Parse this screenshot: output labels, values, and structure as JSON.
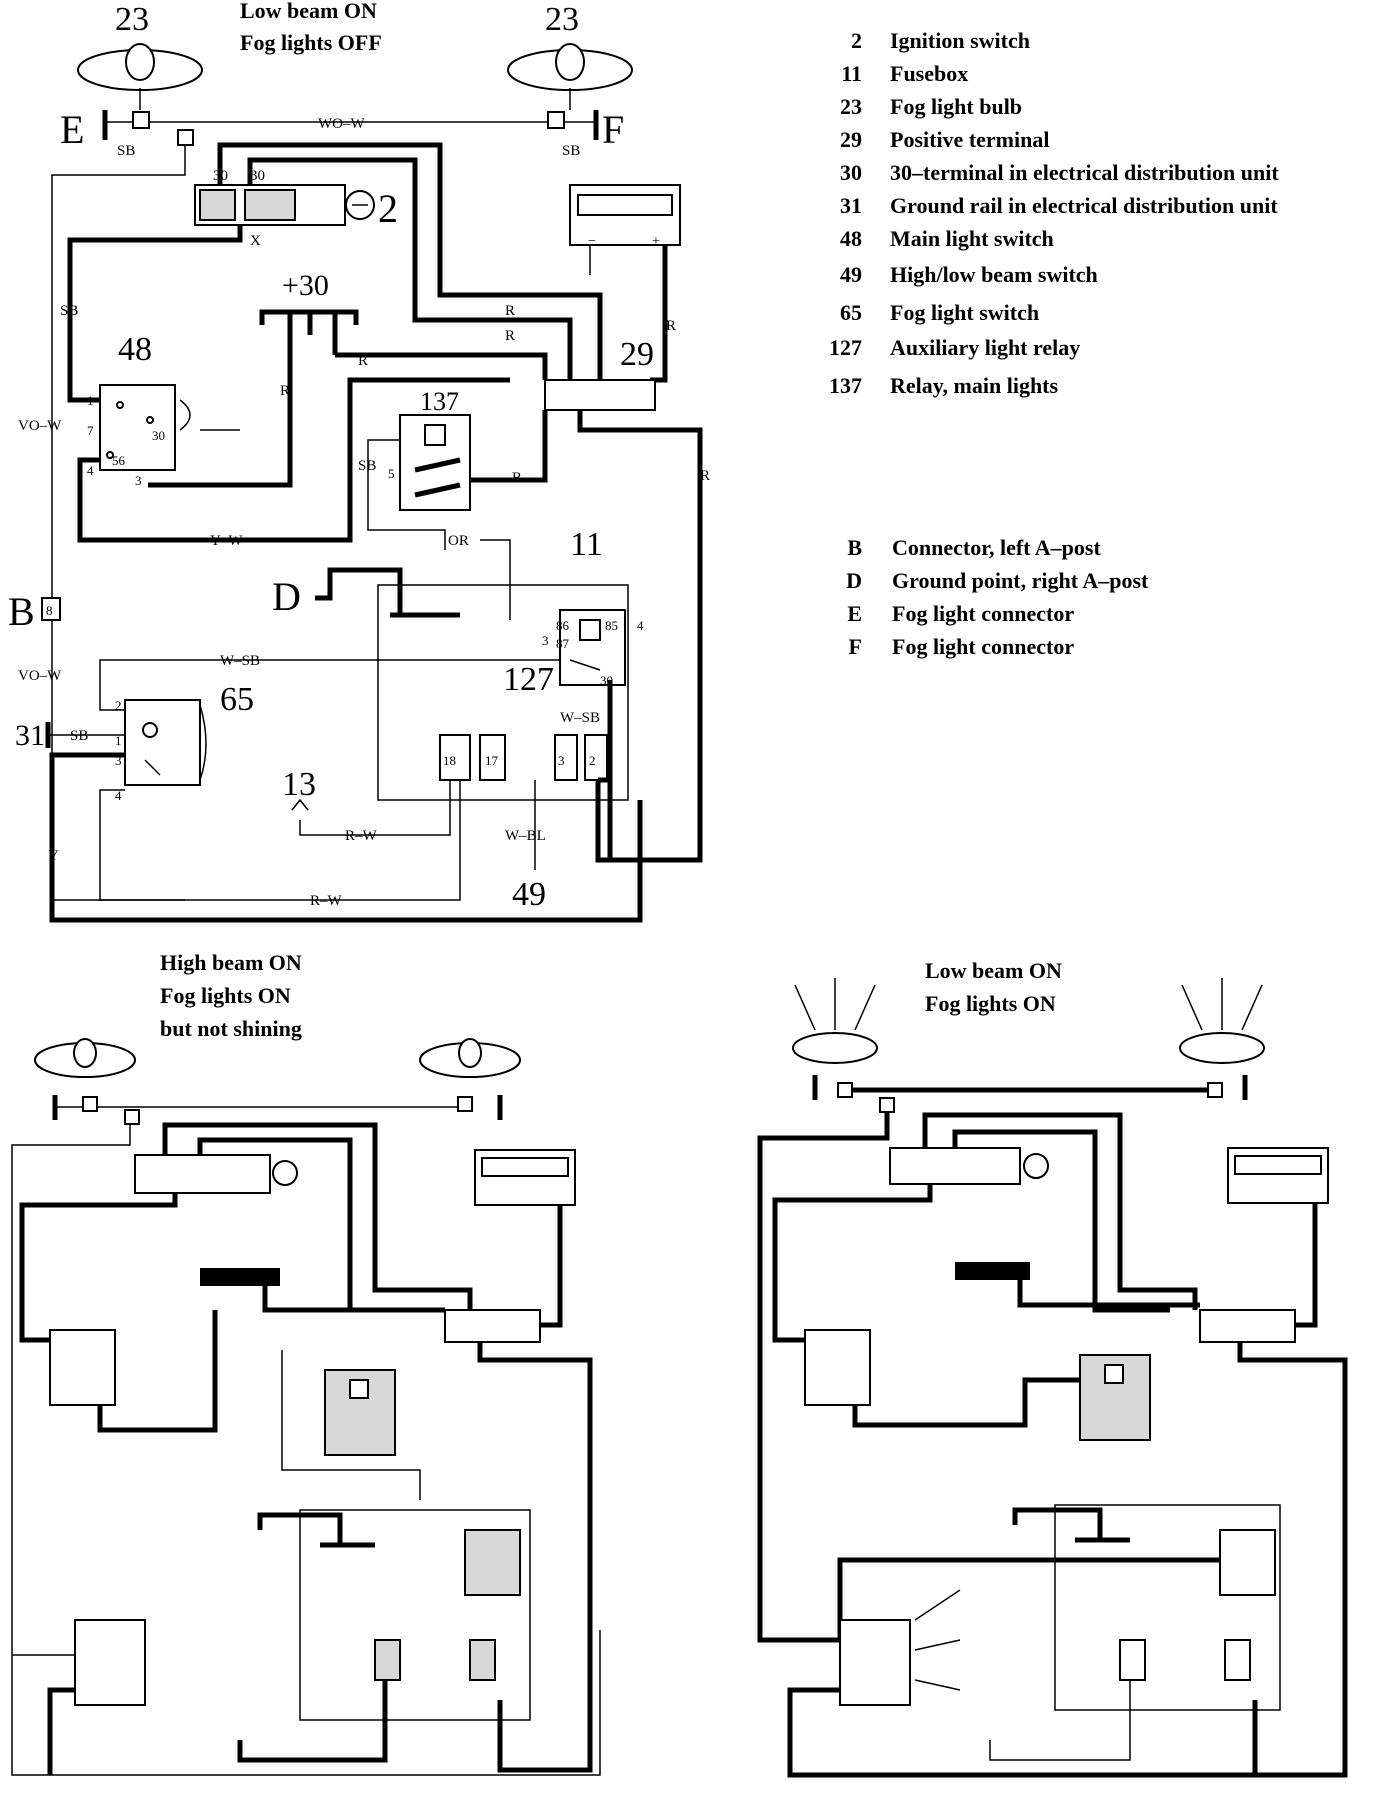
{
  "diagrams": {
    "top": {
      "states": [
        "Low beam ON",
        "Fog lights OFF"
      ]
    },
    "bottom_left": {
      "states": [
        "High beam ON",
        "Fog lights ON",
        "but not shining"
      ]
    },
    "bottom_right": {
      "states": [
        "Low beam ON",
        "Fog lights ON"
      ]
    }
  },
  "legend_components": [
    {
      "num": "2",
      "text": "Ignition switch"
    },
    {
      "num": "11",
      "text": "Fusebox"
    },
    {
      "num": "23",
      "text": "Fog light bulb"
    },
    {
      "num": "29",
      "text": "Positive terminal"
    },
    {
      "num": "30",
      "text": "30–terminal in electrical distribution unit"
    },
    {
      "num": "31",
      "text": "Ground rail in electrical distribution unit"
    },
    {
      "num": "48",
      "text": "Main light switch"
    },
    {
      "num": "49",
      "text": "High/low beam switch"
    },
    {
      "num": "65",
      "text": "Fog light switch"
    },
    {
      "num": "127",
      "text": "Auxiliary light relay"
    },
    {
      "num": "137",
      "text": "Relay, main lights"
    }
  ],
  "legend_connectors": [
    {
      "code": "B",
      "text": "Connector, left A–post"
    },
    {
      "code": "D",
      "text": "Ground point, right A–post"
    },
    {
      "code": "E",
      "text": "Fog light connector"
    },
    {
      "code": "F",
      "text": "Fog light connector"
    }
  ],
  "component_numbers": {
    "fog_left": "23",
    "fog_right": "23",
    "ignition": "2",
    "main_switch": "48",
    "dist30": "+30",
    "pos_terminal": "29",
    "relay_main": "137",
    "fusebox": "11",
    "aux_relay": "127",
    "fog_switch": "65",
    "ground_31": "31",
    "arrow_13": "13",
    "beam_switch": "49"
  },
  "connector_labels": {
    "E": "E",
    "F": "F",
    "B": "B",
    "B_pin": "8",
    "D": "D"
  },
  "wire_labels": {
    "wo_w": "WO–W",
    "sb_left": "SB",
    "sb_right": "SB",
    "sb_vert": "SB",
    "vo_w_1": "VO–W",
    "vo_w_2": "VO–W",
    "r1": "R",
    "r2": "R",
    "r3": "R",
    "r4": "R",
    "r5": "R",
    "r6": "R",
    "y_w": "Y–W",
    "sb_137": "SB",
    "or": "OR",
    "w_sb": "W–SB",
    "w_sb_2": "W–SB",
    "sb_31": "SB",
    "r_w_1": "R–W",
    "r_w_2": "R–W",
    "w_bl": "W–BL",
    "y": "Y",
    "x": "X"
  },
  "pin_labels": {
    "ign_30a": "30",
    "ign_30b": "30",
    "sw48_1": "1",
    "sw48_7": "7",
    "sw48_4": "4",
    "sw48_56": "56",
    "sw48_3": "3",
    "sw48_30": "30",
    "r137_5": "5",
    "r127_3": "3",
    "r127_86": "86",
    "r127_87": "87",
    "r127_85": "85",
    "r127_4": "4",
    "r127_30": "30",
    "f_18": "18",
    "f_17": "17",
    "f_3": "3",
    "f_2": "2",
    "s65_2": "2",
    "s65_1": "1",
    "s65_3": "3",
    "s65_4": "4"
  }
}
